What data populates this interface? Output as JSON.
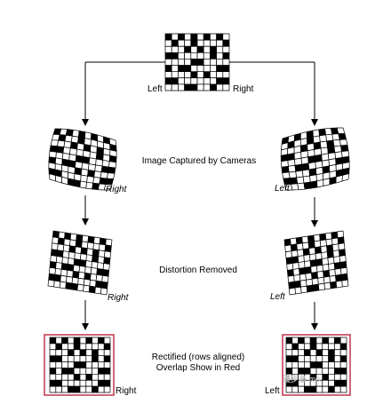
{
  "diagram": {
    "top_labels": {
      "left": "Left",
      "right": "Right"
    },
    "stages": [
      {
        "caption": "Image Captured by Cameras",
        "left_tag": "Right",
        "right_tag": "Left"
      },
      {
        "caption": "Distortion Removed",
        "left_tag": "Right",
        "right_tag": "Left"
      },
      {
        "caption_lines": [
          "Rectified (rows aligned)",
          "Overlap Show in Red"
        ],
        "left_tag": "Right",
        "right_tag": "Left"
      }
    ],
    "colors": {
      "ink": "#000000",
      "cell_border": "#000000",
      "rectified_frame": "#c0344a",
      "background": "#ffffff"
    },
    "grid": {
      "rows": 9,
      "cols": 10,
      "pattern": [
        "1010101010",
        "0100100001",
        "0001010100",
        "1100000101",
        "0000110000",
        "1011000011",
        "0000101000",
        "1100000011",
        "0001100100"
      ]
    },
    "watermark": "漫步者 mo"
  }
}
